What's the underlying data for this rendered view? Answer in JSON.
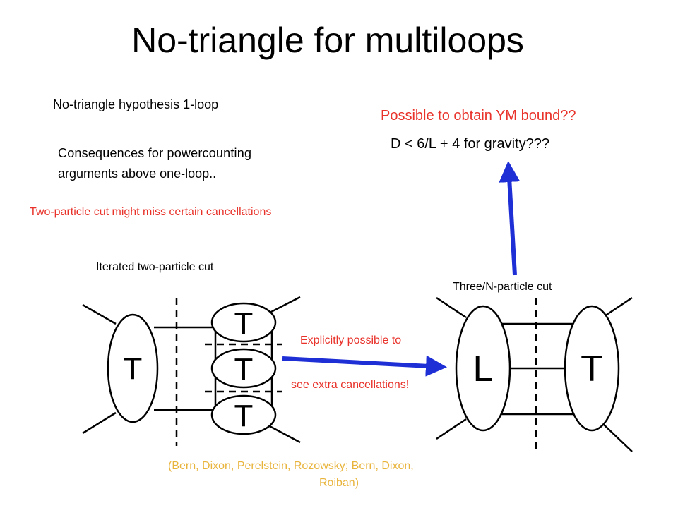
{
  "slide": {
    "title": "No-triangle for multiloops",
    "hypothesis": "No-triangle hypothesis 1-loop",
    "consequences_line1": "Consequences for powercounting",
    "consequences_line2": "arguments above one-loop..",
    "two_particle_warning": "Two-particle cut might miss certain cancellations",
    "iterated_cut_label": "Iterated two-particle cut",
    "three_n_cut_label": "Three/N-particle cut",
    "ym_bound_question": "Possible to obtain YM bound??",
    "gravity_bound": "D < 6/L + 4 for gravity???",
    "explicit_line1": "Explicitly possible to",
    "explicit_line2": "see extra cancellations!",
    "citation_line1": "(Bern, Dixon, Perelstein, Rozowsky; Bern, Dixon,",
    "citation_line2": "Roiban)"
  },
  "diagram": {
    "left_tree_label": "T",
    "stack_labels": [
      "T",
      "T",
      "T"
    ],
    "right_loop_label": "L",
    "right_tree_label": "T"
  },
  "colors": {
    "text": "#000000",
    "highlight": "#e8322a",
    "citation": "#e8b43c",
    "arrow": "#1f2fd6"
  }
}
